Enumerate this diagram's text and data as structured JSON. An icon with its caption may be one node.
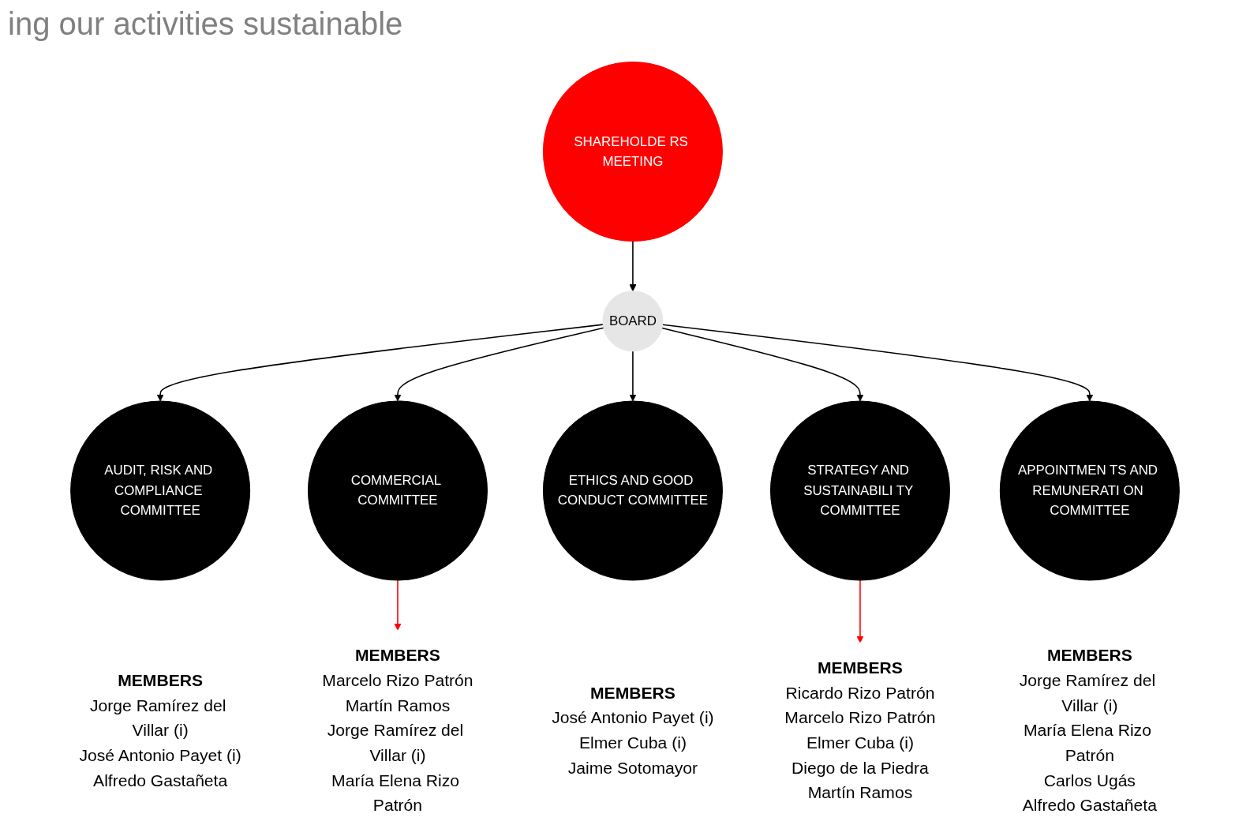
{
  "diagram": {
    "title": "ing our activities sustainable",
    "nodes": [
      {
        "text": [
          "SHAREHOLDE RS MEETING"
        ]
      },
      {
        "text": [
          "BOARD"
        ]
      },
      {
        "text": [
          "AUDIT, RISK AND COMPLIANCE COMMITTEE"
        ],
        "beside": [
          "MEMBERS",
          "Jorge Ramírez del Villar (i)",
          "José Antonio Payet (i)",
          "Alfredo Gastañeta"
        ]
      },
      {
        "text": [
          "COMMERCIAL COMMITTEE"
        ]
      },
      {
        "text": [
          "ETHICS AND GOOD CONDUCT COMMITTEE"
        ],
        "beside": [
          "MEMBERS",
          "José Antonio Payet (i)",
          "Elmer Cuba (i)",
          "Jaime Sotomayor"
        ]
      },
      {
        "text": [
          "STRATEGY AND SUSTAINABILI TY COMMITTEE"
        ]
      },
      {
        "text": [
          "APPOINTMEN TS AND REMUNERATI ON COMMITTEE"
        ],
        "beside": [
          "MEMBERS",
          "Jorge Ramírez del Villar (i)",
          "María Elena Rizo Patrón",
          "Carlos Ugás",
          "Alfredo Gastañeta"
        ]
      },
      {
        "text": [
          "MEMBERS",
          "Marcelo Rizo Patrón",
          "Martín Ramos",
          "Jorge Ramírez del Villar (i)",
          "María Elena Rizo Patrón"
        ]
      },
      {
        "text": [
          "MEMBERS",
          "Ricardo Rizo Patrón",
          "Marcelo Rizo Patrón",
          "Elmer Cuba (i)",
          "Diego de la Piedra",
          "Martín Ramos"
        ]
      }
    ],
    "edges": [
      {
        "from": 0,
        "to": 1,
        "arrow": "to"
      },
      {
        "from": 1,
        "to": 2,
        "arrow": "to"
      },
      {
        "from": 1,
        "to": 3,
        "arrow": "to"
      },
      {
        "from": 1,
        "to": 4,
        "arrow": "to"
      },
      {
        "from": 1,
        "to": 5,
        "arrow": "to"
      },
      {
        "from": 1,
        "to": 6,
        "arrow": "to"
      },
      {
        "from": 3,
        "to": 7,
        "arrow": "to",
        "color": "#ff0000"
      },
      {
        "from": 5,
        "to": 8,
        "arrow": "to",
        "color": "#ff0000"
      }
    ]
  }
}
